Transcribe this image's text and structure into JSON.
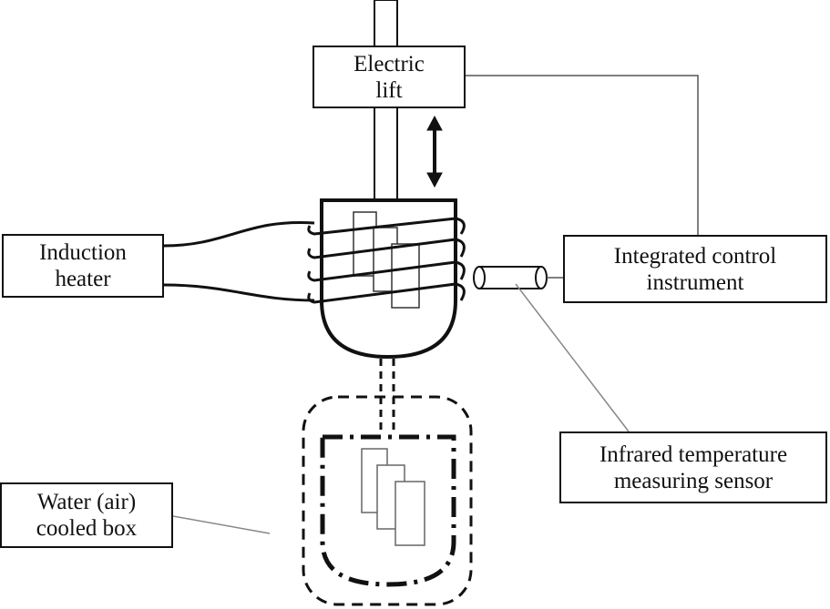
{
  "labels": {
    "electric_lift": [
      "Electric",
      "lift"
    ],
    "induction_heater": [
      "Induction",
      "heater"
    ],
    "integrated_control": [
      "Integrated control",
      "instrument"
    ],
    "infrared_sensor": [
      "Infrared temperature",
      "measuring sensor"
    ],
    "cooled_box": [
      "Water (air)",
      "cooled box"
    ]
  }
}
